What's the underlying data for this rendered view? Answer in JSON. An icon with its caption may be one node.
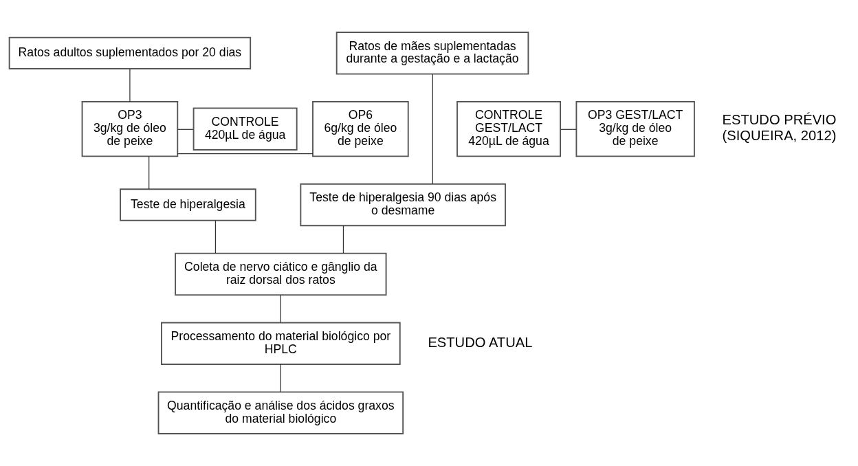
{
  "diagram": {
    "nodes": [
      {
        "text": [
          "Ratos adultos suplementados por 20 dias"
        ]
      },
      {
        "text": [
          "Ratos de mães suplementadas durante a gestação e a lactação"
        ]
      },
      {
        "text": [
          "CONTROLE",
          "420µL de água"
        ]
      },
      {
        "text": [
          "OP3",
          "3g/kg de óleo de peixe"
        ]
      },
      {
        "text": [
          "OP6",
          "6g/kg de óleo de peixe"
        ]
      },
      {
        "text": [
          "CONTROLE GEST/LACT",
          "420µL de água"
        ]
      },
      {
        "text": [
          "OP3 GEST/LACT",
          "3g/kg de óleo de peixe"
        ]
      },
      {
        "text": [
          "Teste de hiperalgesia"
        ]
      },
      {
        "text": [
          "Teste de hiperalgesia 90 dias após o desmame"
        ]
      },
      {
        "text": [
          "Coleta de nervo ciático e gânglio da raiz dorsal dos ratos"
        ]
      },
      {
        "text": [
          "Processamento do material biológico por HPLC"
        ]
      },
      {
        "text": [
          "Quantificação e análise dos ácidos graxos do material biológico"
        ]
      }
    ],
    "edges": [
      {
        "from": 0,
        "to": 3,
        "arrow": "none"
      },
      {
        "from": 2,
        "to": 3,
        "arrow": "none"
      },
      {
        "from": 3,
        "to": 4,
        "arrow": "none"
      },
      {
        "from": 3,
        "to": 7,
        "arrow": "none"
      },
      {
        "from": 1,
        "to": 8,
        "arrow": "none"
      },
      {
        "from": 5,
        "to": 6,
        "arrow": "none"
      },
      {
        "from": 7,
        "to": 9,
        "arrow": "none"
      },
      {
        "from": 8,
        "to": 9,
        "arrow": "none"
      },
      {
        "from": 9,
        "to": 10,
        "arrow": "none"
      },
      {
        "from": 10,
        "to": 11,
        "arrow": "none"
      }
    ],
    "labels": [
      "ESTUDO PRÉVIO (SIQUEIRA, 2012)",
      "ESTUDO ATUAL"
    ]
  }
}
